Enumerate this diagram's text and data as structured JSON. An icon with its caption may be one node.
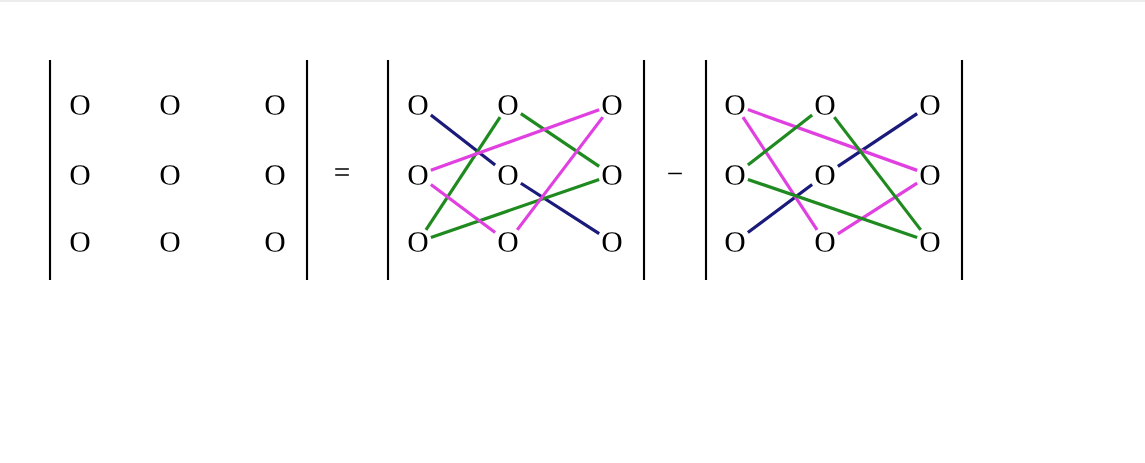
{
  "diagram": {
    "nodes": [
      {
        "text": [
          "O"
        ]
      },
      {
        "text": [
          "O"
        ]
      },
      {
        "text": [
          "O"
        ]
      },
      {
        "text": [
          "O"
        ]
      },
      {
        "text": [
          "O"
        ]
      },
      {
        "text": [
          "O"
        ]
      },
      {
        "text": [
          "O"
        ]
      },
      {
        "text": [
          "O"
        ]
      },
      {
        "text": [
          "O"
        ]
      },
      {
        "text": [
          "O"
        ]
      },
      {
        "text": [
          "O"
        ]
      },
      {
        "text": [
          "O"
        ]
      },
      {
        "text": [
          "O"
        ]
      },
      {
        "text": [
          "O"
        ]
      },
      {
        "text": [
          "O"
        ]
      },
      {
        "text": [
          "O"
        ]
      },
      {
        "text": [
          "O"
        ]
      },
      {
        "text": [
          "O"
        ]
      }
    ],
    "edges": [
      {
        "from": 0,
        "to": 4,
        "arrow": "none",
        "color": "#1a1a7a"
      },
      {
        "from": 4,
        "to": 8,
        "arrow": "none",
        "color": "#1a1a7a"
      },
      {
        "from": 6,
        "to": 1,
        "arrow": "none",
        "color": "#1f8a1f"
      },
      {
        "from": 1,
        "to": 5,
        "arrow": "none",
        "color": "#1f8a1f"
      },
      {
        "from": 6,
        "to": 5,
        "arrow": "none",
        "color": "#1f8a1f"
      },
      {
        "from": 3,
        "to": 2,
        "arrow": "none",
        "color": "#e040e0"
      },
      {
        "from": 2,
        "to": 7,
        "arrow": "none",
        "color": "#e040e0"
      },
      {
        "from": 7,
        "to": 3,
        "arrow": "none",
        "color": "#e040e0"
      },
      {
        "from": 15,
        "to": 13,
        "arrow": "none",
        "color": "#1a1a7a"
      },
      {
        "from": 13,
        "to": 11,
        "arrow": "none",
        "color": "#1a1a7a"
      },
      {
        "from": 9,
        "to": 16,
        "arrow": "none",
        "color": "#e040e0"
      },
      {
        "from": 9,
        "to": 14,
        "arrow": "none",
        "color": "#e040e0"
      },
      {
        "from": 16,
        "to": 14,
        "arrow": "none",
        "color": "#e040e0"
      },
      {
        "from": 12,
        "to": 10,
        "arrow": "none",
        "color": "#1f8a1f"
      },
      {
        "from": 10,
        "to": 17,
        "arrow": "none",
        "color": "#1f8a1f"
      },
      {
        "from": 12,
        "to": 17,
        "arrow": "none",
        "color": "#1f8a1f"
      }
    ],
    "labels": [
      "O",
      "O",
      "O",
      "O",
      "O",
      "O",
      "O",
      "O",
      "O",
      "=",
      "−"
    ]
  }
}
